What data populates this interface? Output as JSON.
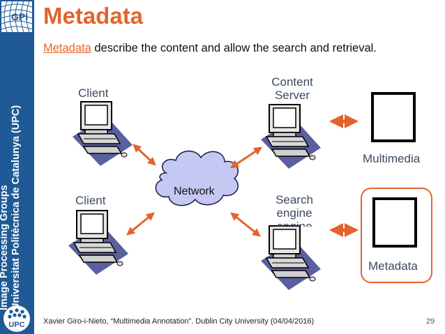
{
  "sidebar": {
    "line1": "Image Processing Groups",
    "line2": "Universitat Politècnica de Catalunya (UPC)",
    "logo_text": "UPC"
  },
  "slide": {
    "title": "Metadata",
    "subtitle_keyword": "Metadata",
    "subtitle_rest": " describe the content and allow the search and retrieval."
  },
  "diagram": {
    "client_top": "Client",
    "client_bottom": "Client",
    "content_server_line1": "Content",
    "content_server_line2": "Server",
    "search_line1": "Search",
    "search_line2": "engine",
    "search_line3": "engine",
    "network": "Network",
    "multimedia": "Multimedia",
    "metadata": "Metadata"
  },
  "colors": {
    "accent": "#e4632c",
    "sidebar": "#1f5a96",
    "cloud": "#c4c8f2"
  },
  "footer": {
    "citation": "Xavier Giro-i-Nieto, “Multimedia Annotation”. Dublin City University (04/04/2016)",
    "page": "29"
  }
}
